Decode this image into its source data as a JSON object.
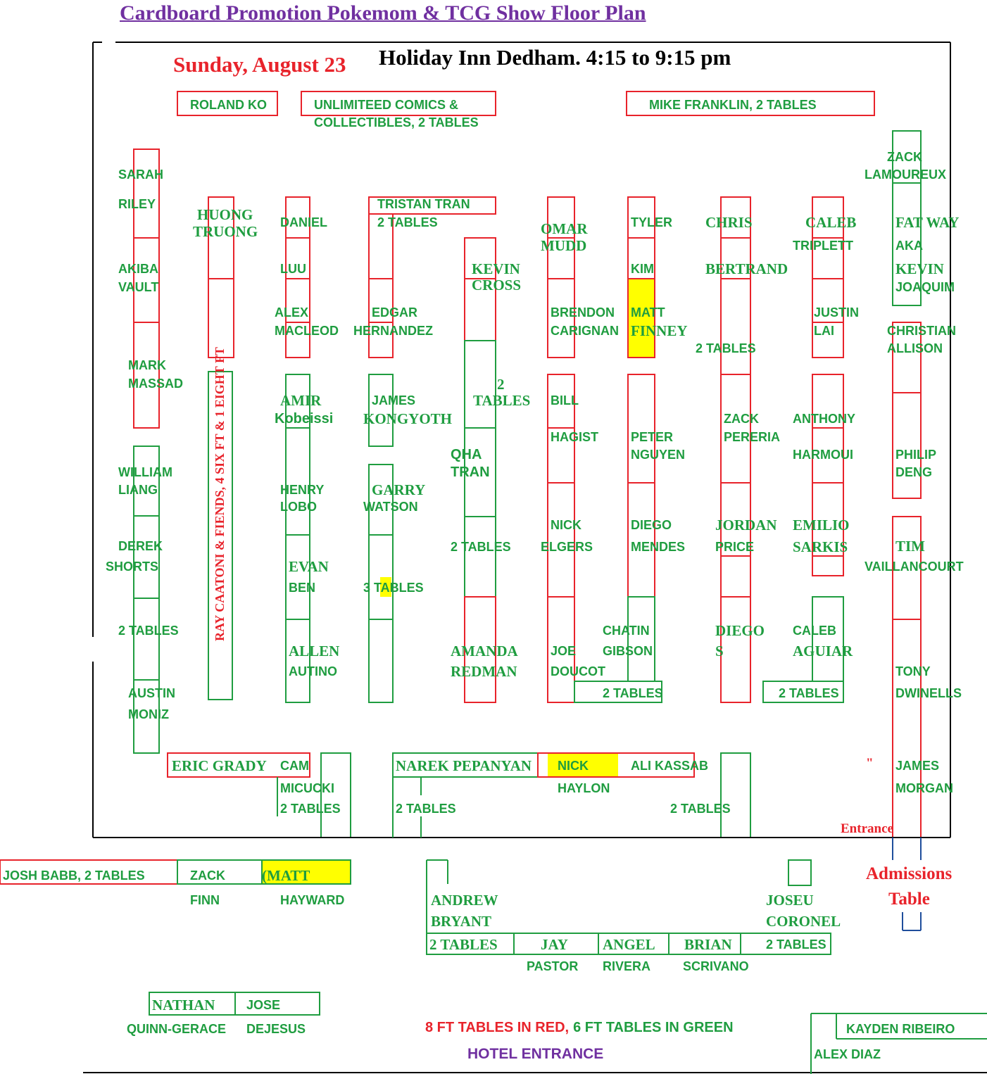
{
  "header": {
    "title": "Cardboard Promotion Pokemom & TCG Show Floor Plan",
    "date": "Sunday, August 23",
    "venue": "Holiday Inn Dedham. 4:15 to 9:15 pm"
  },
  "top_row": [
    "ROLAND KO",
    "UNLIMITEED COMICS &",
    "COLLECTIBLES, 2 TABLES",
    "MIKE FRANKLIN, 2 TABLES"
  ],
  "col1": [
    "SARAH",
    "RILEY",
    "AKIBA",
    "VAULT",
    "MARK",
    "MASSAD",
    "WILLIAM",
    "LIANG",
    "DEREK",
    "SHORTS",
    "2 TABLES",
    "AUSTIN",
    "MONIZ"
  ],
  "col2": [
    "HUONG",
    "TRUONG",
    "RAY CAATONI & FIENDS, 4 SIX FT & 1 EIGHT FT"
  ],
  "col3": [
    "DANIEL",
    "LUU",
    "ALEX",
    "MACLEOD",
    "AMIR",
    "Kobeissi",
    "HENRY",
    "LOBO",
    "EVAN",
    "BEN",
    "ALLEN",
    "AUTINO"
  ],
  "col4": [
    "TRISTAN TRAN",
    "2 TABLES",
    "EDGAR",
    "HERNANDEZ",
    "JAMES",
    "KONGYOTH",
    "GARRY",
    "WATSON",
    "3 TABLES"
  ],
  "col5": [
    "KEVIN",
    "CROSS",
    "2",
    "TABLES",
    "QHA",
    "TRAN",
    "2 TABLES",
    "AMANDA",
    "REDMAN"
  ],
  "col6": [
    "OMAR",
    "MUDD",
    "BRENDON",
    "CARIGNAN",
    "BILL",
    "HAGIST",
    "NICK",
    "ELGERS",
    "JOE",
    "DOUCOT"
  ],
  "col7": [
    "TYLER",
    "KIM",
    "MATT",
    "FINNEY",
    "PETER",
    "NGUYEN",
    "DIEGO",
    "MENDES",
    "CHATIN",
    "GIBSON",
    "2 TABLES"
  ],
  "col8": [
    "CHRIS",
    "BERTRAND",
    "2 TABLES",
    "ZACK",
    "PERERIA",
    "JORDAN",
    "PRICE",
    "DIEGO",
    "S"
  ],
  "col9": [
    "CALEB",
    "TRIPLETT",
    "JUSTIN",
    "LAI",
    "ANTHONY",
    "HARMOUI",
    "EMILIO",
    "SARKIS",
    "CALEB",
    "AGUIAR",
    "2 TABLES"
  ],
  "col10": [
    "ZACK",
    "LAMOUREUX",
    "FAT WAY",
    "AKA",
    "KEVIN",
    "JOAQUIM",
    "CHRISTIAN",
    "ALLISON",
    "PHILIP",
    "DENG",
    "TIM",
    "VAILLANCOURT",
    "TONY",
    "DWINELLS",
    "JAMES",
    "MORGAN"
  ],
  "bottom_row": [
    "ERIC GRADY",
    "CAM",
    "MICUCKI",
    "2 TABLES",
    "NAREK PEPANYAN",
    "NICK",
    "HAYLON",
    "ALI KASSAB",
    "2 TABLES",
    "2 TABLES",
    "\"",
    "Entrance"
  ],
  "outside": [
    "JOSH BABB, 2 TABLES",
    "ZACK",
    "(MATT",
    "FINN",
    "HAYWARD",
    "ANDREW",
    "BRYANT",
    "JOSEU",
    "CORONEL",
    "2 TABLES",
    "JAY",
    "ANGEL",
    "BRIAN",
    "2 TABLES",
    "PASTOR",
    "RIVERA",
    "SCRIVANO",
    "NATHAN",
    "JOSE",
    "QUINN-GERACE",
    "DEJESUS",
    "KAYDEN RIBEIRO",
    "ALEX DIAZ"
  ],
  "admissions": [
    "Admissions",
    "Table"
  ],
  "legend": {
    "red_part": "8 FT TABLES IN RED,",
    "green_part": "6 FT TABLES IN GREEN",
    "hotel_entrance": "HOTEL ENTRANCE"
  },
  "colors": {
    "red_8ft": "#e8232b",
    "green_6ft": "#1f9d40",
    "title_purple": "#7030a0",
    "highlight": "#ffff00",
    "wall": "#000000",
    "admissions_blue": "#1f4e9c"
  }
}
